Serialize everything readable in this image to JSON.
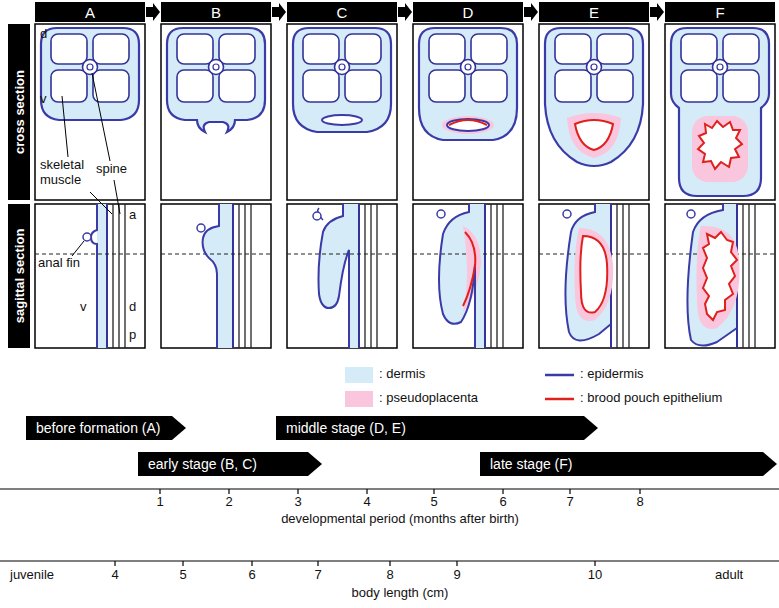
{
  "diagram": {
    "nodes": [
      {
        "text": [
          "A"
        ]
      },
      {
        "text": [
          "B"
        ]
      },
      {
        "text": [
          "C"
        ]
      },
      {
        "text": [
          "D"
        ]
      },
      {
        "text": [
          "E"
        ]
      },
      {
        "text": [
          "F"
        ]
      },
      {
        "text": [
          "cross section"
        ]
      },
      {
        "text": [
          "sagittal section"
        ]
      },
      {
        "text": [
          "before formation (A)"
        ]
      },
      {
        "text": [
          "middle stage (D, E)"
        ]
      },
      {
        "text": [
          "early stage (B, C)"
        ]
      },
      {
        "text": [
          "late stage (F)"
        ]
      }
    ],
    "edges": [
      {
        "from": 0,
        "to": 1,
        "arrow": "to"
      },
      {
        "from": 1,
        "to": 2,
        "arrow": "to"
      },
      {
        "from": 2,
        "to": 3,
        "arrow": "to"
      },
      {
        "from": 3,
        "to": 4,
        "arrow": "to"
      },
      {
        "from": 4,
        "to": 5,
        "arrow": "to"
      }
    ],
    "labels": [
      "d",
      "v",
      "skeletal muscle",
      "spine",
      "anal fin",
      "a",
      "d",
      "v",
      "p",
      "1",
      "2",
      "3",
      "4",
      "5",
      "6",
      "7",
      "8",
      "developmental period (months after birth)",
      "juvenile",
      "4",
      "5",
      "6",
      "7",
      "8",
      "9",
      "10",
      "adult",
      "body length (cm)"
    ],
    "legend": [
      {
        "text": ": dermis",
        "color": "#d5ebf7"
      },
      {
        "text": ": epidermis"
      },
      {
        "text": ": pseudoplacenta",
        "color": "#f9c6de"
      },
      {
        "text": ": brood pouch epithelium"
      }
    ]
  }
}
